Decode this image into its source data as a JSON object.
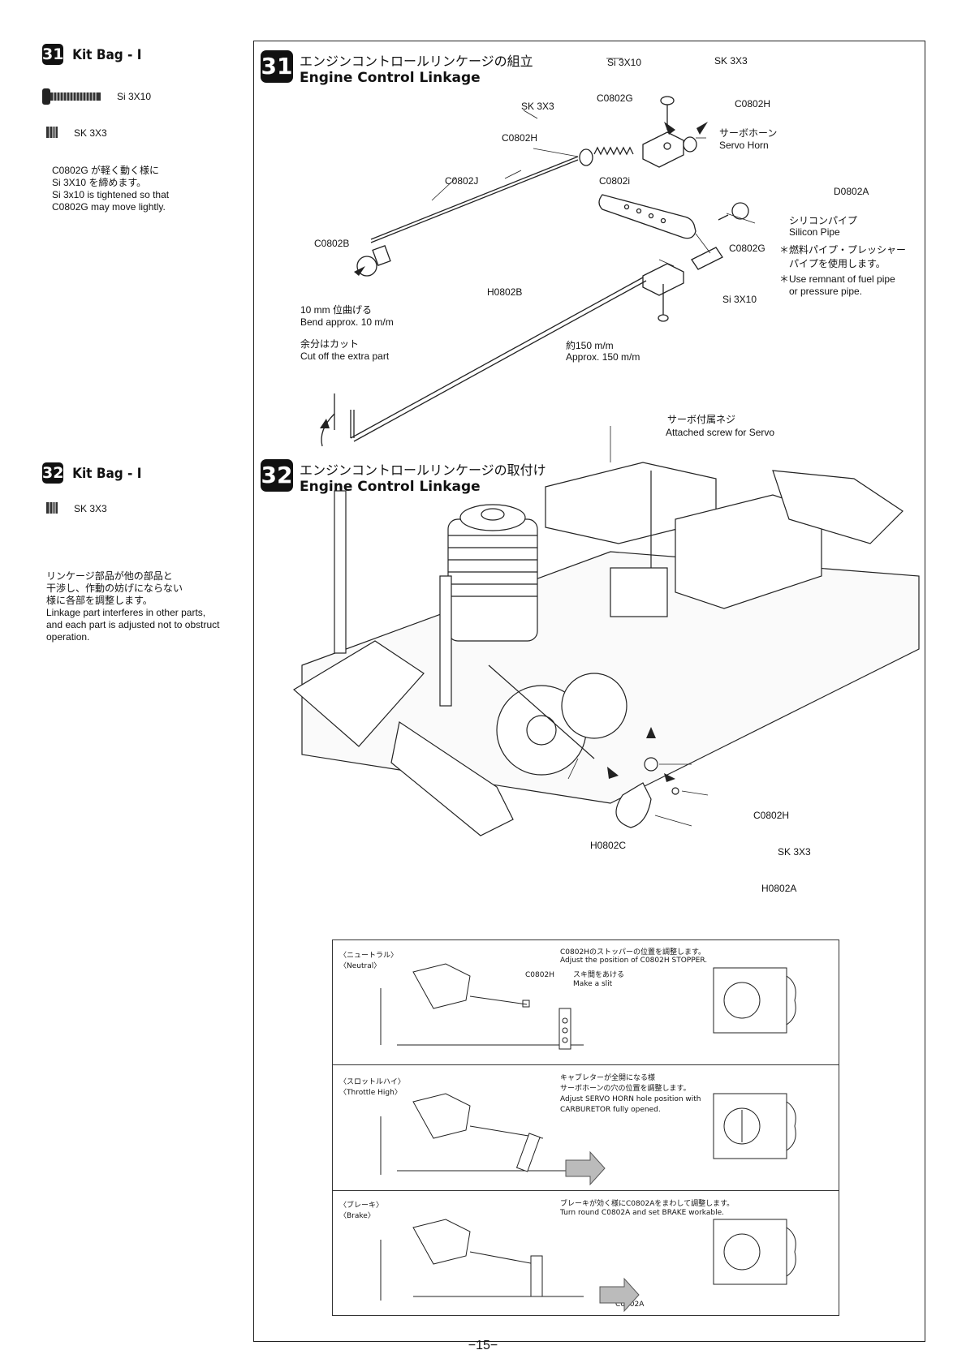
{
  "sidebar": {
    "step31": {
      "number": "31",
      "kit_bag": "Kit Bag - I",
      "parts": [
        {
          "name": "Si 3X10",
          "icon": "screw-icon"
        },
        {
          "name": "SK 3X3",
          "icon": "set-screw-icon"
        }
      ],
      "note_jp_1": "C0802G が軽く動く様に",
      "note_jp_2": "Si 3X10 を締めます。",
      "note_en_1": "Si 3x10 is tightened so that",
      "note_en_2": "C0802G may move lightly."
    },
    "step32": {
      "number": "32",
      "kit_bag": "Kit Bag - I",
      "parts": [
        {
          "name": "SK 3X3",
          "icon": "set-screw-icon"
        }
      ],
      "note_jp_1": "リンケージ部品が他の部品と",
      "note_jp_2": "干渉し、作動の妨げにならない",
      "note_jp_3": "様に各部を調整します。",
      "note_en_1": "Linkage part interferes in other parts,",
      "note_en_2": "and each part is adjusted not to obstruct",
      "note_en_3": "operation."
    }
  },
  "step31": {
    "number": "31",
    "title_jp": "エンジンコントロールリンケージの組立",
    "title_en": "Engine Control Linkage",
    "labels": {
      "si3x10_top": "Si 3X10",
      "sk3x3_top": "SK 3X3",
      "sk3x3_left": "SK 3X3",
      "c0802g_top": "C0802G",
      "c0802h_right": "C0802H",
      "c0802h_left": "C0802H",
      "servo_horn_jp": "サーボホーン",
      "servo_horn_en": "Servo Horn",
      "c0802j": "C0802J",
      "c0802i": "C0802i",
      "d0802a": "D0802A",
      "silicon_pipe_jp": "シリコンパイプ",
      "silicon_pipe_en": "Silicon Pipe",
      "c0802b": "C0802B",
      "c0802g_mid": "C0802G",
      "fuel_pipe_jp_1": "＊燃料パイプ・プレッシャー",
      "fuel_pipe_jp_2": "パイプを使用します。",
      "fuel_pipe_en_1": "＊Use remnant of fuel pipe",
      "fuel_pipe_en_2": "or pressure pipe.",
      "h0802b": "H0802B",
      "si3x10_mid": "Si 3X10",
      "bend_jp": "10 mm 位曲げる",
      "bend_en": "Bend approx. 10 m/m",
      "cut_jp": "余分はカット",
      "cut_en": "Cut off the extra part",
      "approx_jp": "約150 m/m",
      "approx_en": "Approx. 150 m/m"
    }
  },
  "step32": {
    "number": "32",
    "title_jp": "エンジンコントロールリンケージの取付け",
    "title_en": "Engine Control Linkage",
    "labels": {
      "servo_screw_jp": "サーボ付属ネジ",
      "servo_screw_en": "Attached screw for Servo",
      "c0802h": "C0802H",
      "sk3x3": "SK 3X3",
      "h0802c": "H0802C",
      "h0802a": "H0802A"
    }
  },
  "adjust_panels": [
    {
      "mode_jp": "〈ニュートラル〉",
      "mode_en": "〈Neutral〉",
      "text_1": "C0802Hのストッパーの位置を調整します。",
      "text_2": "Adjust the position of C0802H STOPPER.",
      "text_3": "スキ間をあける",
      "text_4": "Make a slit",
      "part_label": "C0802H"
    },
    {
      "mode_jp": "〈スロットルハイ〉",
      "mode_en": "〈Throttle High〉",
      "text_1": "キャブレターが全開になる様",
      "text_2": "サーボホーンの穴の位置を調整します。",
      "text_3": "Adjust SERVO HORN hole position with",
      "text_4": "CARBURETOR fully opened."
    },
    {
      "mode_jp": "〈ブレーキ〉",
      "mode_en": "〈Brake〉",
      "text_1": "ブレーキが効く様にC0802Aをまわして調整します。",
      "text_2": "Turn round C0802A and set BRAKE workable.",
      "part_label": "C0802A"
    }
  ],
  "page_number": "−15−"
}
